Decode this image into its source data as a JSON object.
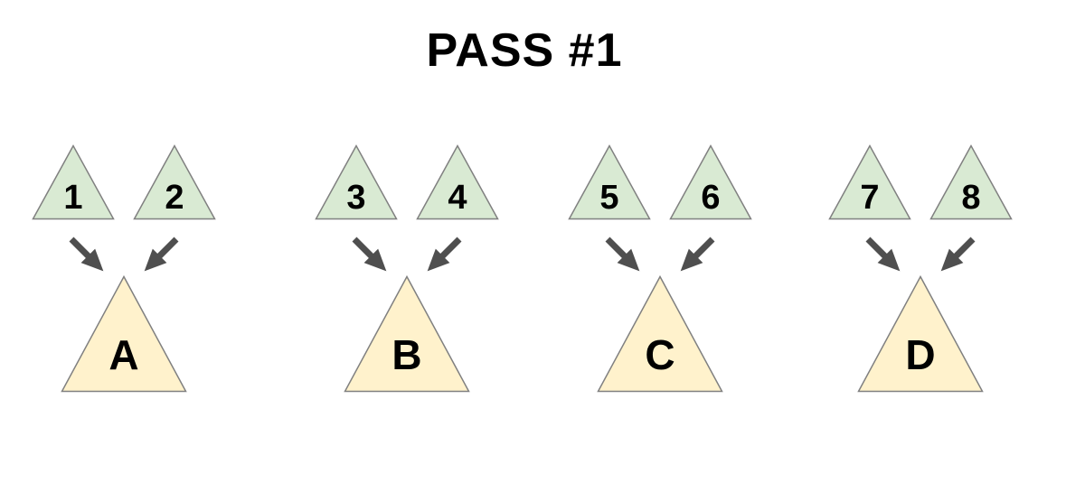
{
  "title": "PASS #1",
  "colors": {
    "background": "#ffffff",
    "input_triangle_fill": "#d9ead3",
    "output_triangle_fill": "#fff2cc",
    "triangle_stroke": "#808080",
    "arrow": "#4f4f4f",
    "label_text": "#000000",
    "title_text": "#000000"
  },
  "groups": [
    {
      "inputs": [
        "1",
        "2"
      ],
      "output": "A"
    },
    {
      "inputs": [
        "3",
        "4"
      ],
      "output": "B"
    },
    {
      "inputs": [
        "5",
        "6"
      ],
      "output": "C"
    },
    {
      "inputs": [
        "7",
        "8"
      ],
      "output": "D"
    }
  ]
}
